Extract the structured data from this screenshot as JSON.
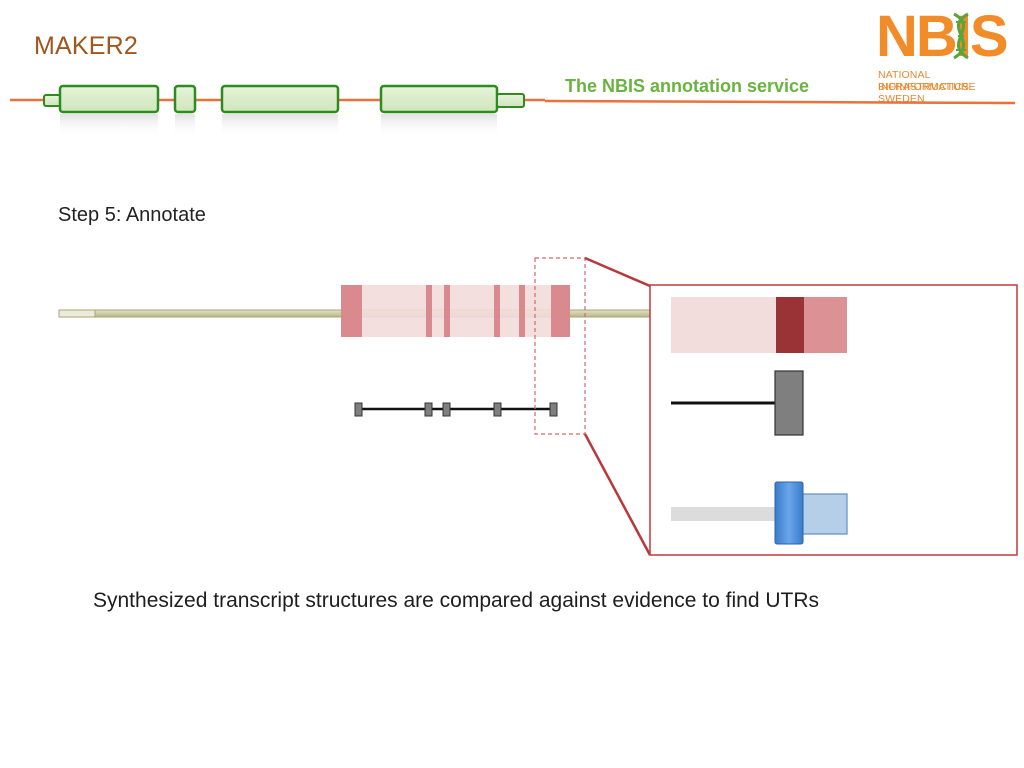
{
  "header": {
    "title": "MAKER2",
    "subtitle": "The NBIS annotation service"
  },
  "logo": {
    "main_text": "NBIS",
    "line1": "NATIONAL BIOINFORMATICS",
    "line2": "INFRASTRUCTURE SWEDEN",
    "icon": "dna-helix-icon"
  },
  "step": {
    "label": "Step 5: Annotate"
  },
  "caption": {
    "text": "Synthesized transcript structures are compared against evidence to find UTRs"
  },
  "colors": {
    "accent_orange": "#e9713a",
    "title_brown": "#a0561c",
    "subtitle_green": "#69b33f",
    "exon_green": "#d8ecc6",
    "exon_green_border": "#2e8b1f",
    "evidence_pink": "#f3dcdc",
    "evidence_red": "#cf6f74",
    "evidence_dark_red": "#9a3335",
    "gene_gray": "#7f7f7f",
    "transcript_blue": "#3e83d4",
    "transcript_light_blue": "#b6cfe8",
    "zoom_border": "#c0393c"
  }
}
